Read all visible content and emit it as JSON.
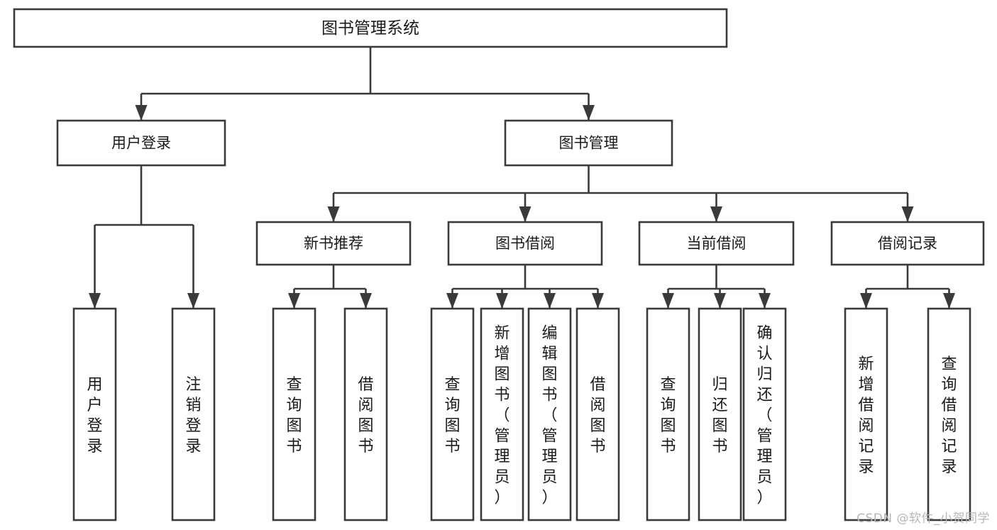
{
  "diagram": {
    "title": "图书管理系统",
    "type": "tree-hierarchy-chart",
    "root": {
      "label": "图书管理系统"
    },
    "level2": [
      {
        "label": "用户登录"
      },
      {
        "label": "图书管理"
      }
    ],
    "level3": [
      {
        "label": "新书推荐"
      },
      {
        "label": "图书借阅"
      },
      {
        "label": "当前借阅"
      },
      {
        "label": "借阅记录"
      }
    ],
    "leaves": {
      "user_login": [
        {
          "label": "用户登录"
        },
        {
          "label": "注销登录"
        }
      ],
      "new_book_recommend": [
        {
          "label": "查询图书"
        },
        {
          "label": "借阅图书"
        }
      ],
      "book_borrow": [
        {
          "label": "查询图书"
        },
        {
          "label": "新增图书（管理员）"
        },
        {
          "label": "编辑图书（管理员）"
        },
        {
          "label": "借阅图书"
        }
      ],
      "current_borrow": [
        {
          "label": "查询图书"
        },
        {
          "label": "归还图书"
        },
        {
          "label": "确认归还（管理员）"
        }
      ],
      "borrow_record": [
        {
          "label": "新增借阅记录"
        },
        {
          "label": "查询借阅记录"
        }
      ]
    }
  },
  "watermark": {
    "text": "CSDN @软件_小贺同学"
  },
  "colors": {
    "stroke": "#3a3a3a",
    "fill": "#ffffff",
    "text": "#1a1a1a",
    "watermark": "#b7b7b7"
  }
}
